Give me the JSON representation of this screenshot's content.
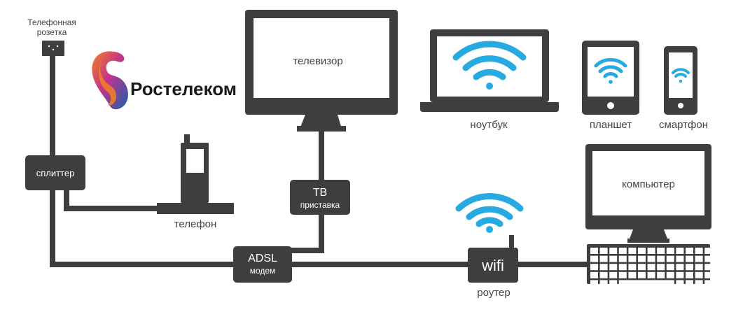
{
  "socket": {
    "label_line1": "Телефонная",
    "label_line2": "розетка"
  },
  "brand": {
    "name": "Ростелеком"
  },
  "devices": {
    "tv": {
      "label": "телевизор"
    },
    "laptop": {
      "label": "ноутбук"
    },
    "tablet": {
      "label": "планшет"
    },
    "smartphone": {
      "label": "смартфон"
    },
    "computer": {
      "label": "компьютер"
    },
    "phone": {
      "label": "телефон"
    }
  },
  "boxes": {
    "splitter": {
      "label": "сплиттер"
    },
    "stb": {
      "line1": "ТВ",
      "line2": "приставка"
    },
    "modem": {
      "line1": "ADSL",
      "line2": "модем"
    },
    "router": {
      "line1": "wifi",
      "caption": "роутер"
    }
  },
  "colors": {
    "device": "#3f3d3f",
    "screen": "#ffffff",
    "wifi": "#27a9e1",
    "text": "#444444",
    "brand_text": "#1a1a1a",
    "logo_orange": "#f58220",
    "logo_blue": "#1c5fad",
    "logo_purple": "#7a2f8f"
  }
}
